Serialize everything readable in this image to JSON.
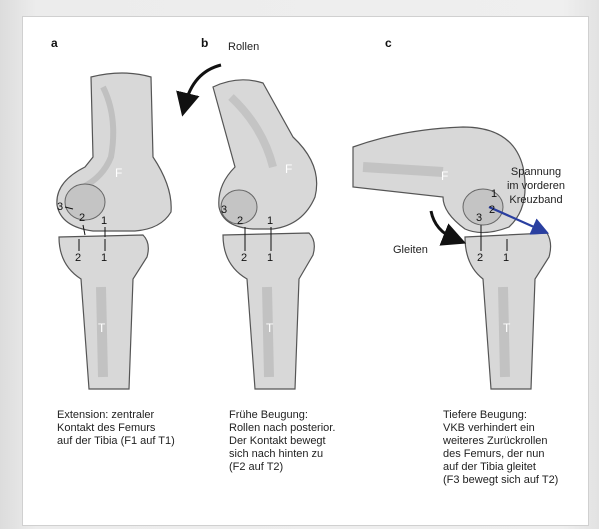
{
  "panels": {
    "a": {
      "letter": "a",
      "femur": "F",
      "tibia": "T",
      "femur_points": [
        "3",
        "2",
        "1"
      ],
      "tibia_points": [
        "2",
        "1"
      ],
      "caption": [
        "Extension: zentraler",
        "Kontakt des Femurs",
        "auf der Tibia (F1 auf T1)"
      ]
    },
    "b": {
      "letter": "b",
      "arrow_label": "Rollen",
      "femur": "F",
      "tibia": "T",
      "femur_points": [
        "3",
        "2",
        "1"
      ],
      "tibia_points": [
        "2",
        "1"
      ],
      "caption": [
        "Frühe Beugung:",
        "Rollen nach posterior.",
        "Der Kontakt bewegt",
        "sich nach hinten zu",
        "(F2 auf T2)"
      ]
    },
    "c": {
      "letter": "c",
      "arrow_label": "Gleiten",
      "femur": "F",
      "tibia": "T",
      "femur_points": [
        "1",
        "2",
        "3"
      ],
      "tibia_points": [
        "2",
        "1"
      ],
      "tension_label": [
        "Spannung",
        "im vorderen",
        "Kreuzband"
      ],
      "caption": [
        "Tiefere Beugung:",
        "VKB verhindert ein",
        "weiteres Zurückrollen",
        "des Femurs, der nun",
        "auf der Tibia gleitet",
        "(F3 bewegt sich auf T2)"
      ]
    }
  },
  "colors": {
    "bone_fill": "#d8d8d8",
    "bone_shade": "#b9b9b9",
    "outline": "#555555",
    "ligament_arrow": "#2a3fa0",
    "text": "#222222"
  }
}
